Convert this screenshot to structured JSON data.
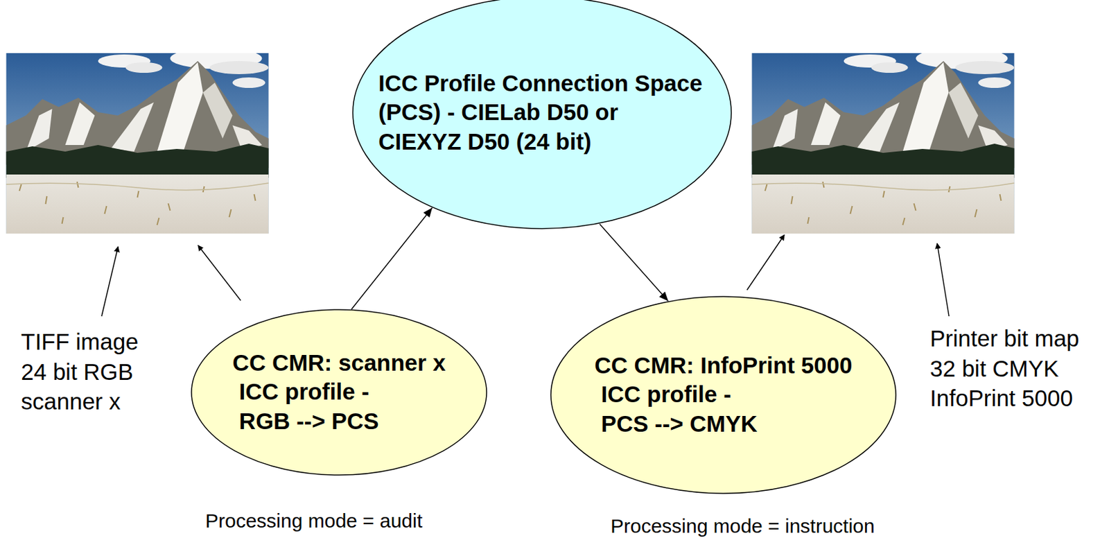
{
  "diagram": {
    "nodes": [
      {
        "text": [
          "ICC Profile Connection Space (PCS) - CIELab D50 or CIEXYZ D50 (24 bit)"
        ]
      },
      {
        "text": [
          "CC CMR: scanner x",
          "ICC profile - RGB --> PCS"
        ]
      },
      {
        "text": [
          "CC CMR: InfoPrint 5000",
          "ICC profile - PCS --> CMYK"
        ]
      }
    ],
    "edges": [
      {
        "from": 1,
        "to": 0,
        "arrow": "to"
      },
      {
        "from": 0,
        "to": 2,
        "arrow": "to"
      }
    ],
    "labels": [
      "TIFF image 24 bit RGB scanner x",
      "Printer bit map 32 bit CMYK InfoPrint 5000",
      "Processing mode = audit",
      "Processing mode = instruction"
    ]
  }
}
